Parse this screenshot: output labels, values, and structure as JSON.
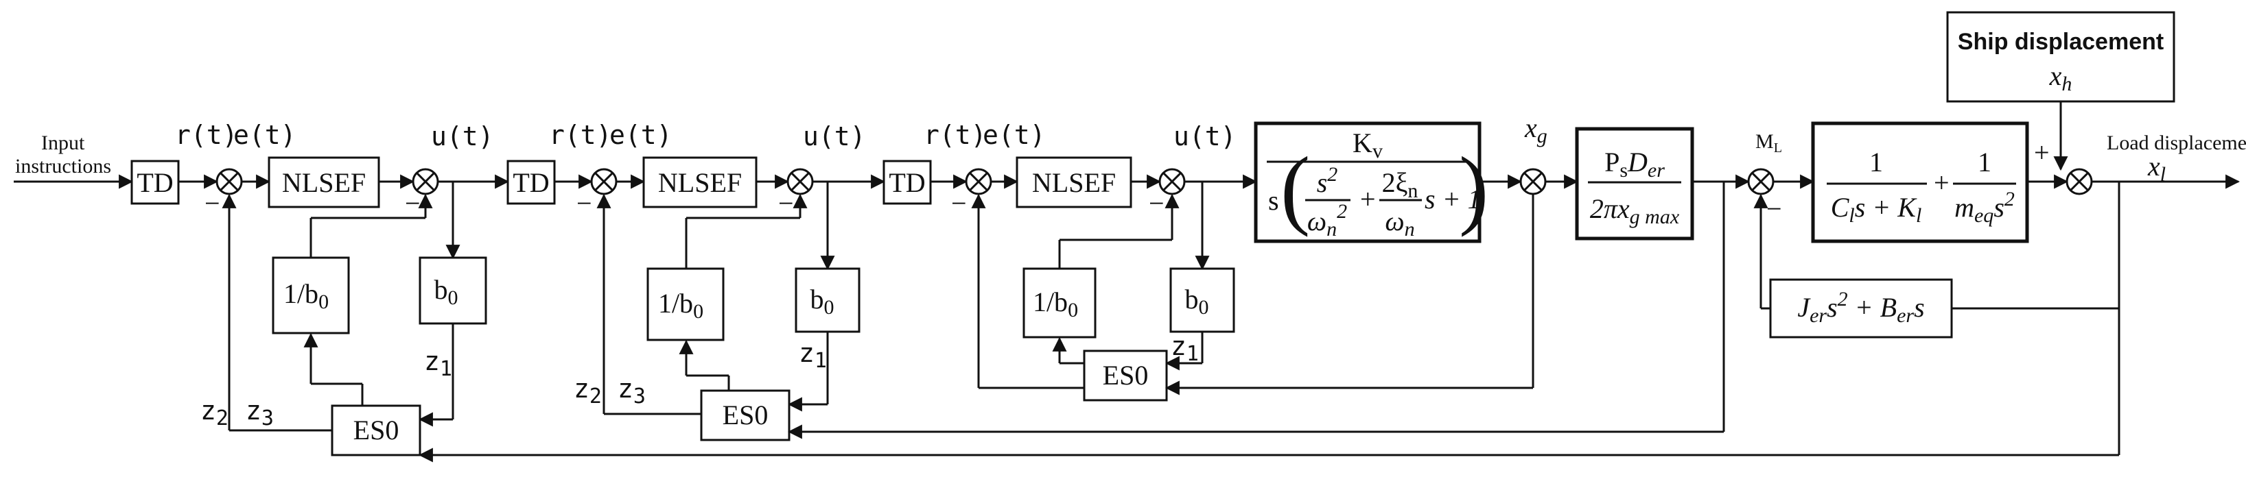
{
  "input_label_line1": "Input",
  "input_label_line2": "instructions",
  "ship_box_title": "Ship displacement",
  "ship_var": "x",
  "ship_var_sub": "h",
  "output_label": "Load displacement",
  "output_var": "x",
  "output_var_sub": "l",
  "td": "TD",
  "nlsef": "NLSEF",
  "eso": "ES0",
  "inv_b0": "1/b",
  "b0": "b",
  "b_sub": "0",
  "r_t": "r(t)",
  "e_t": "e(t)",
  "u_t": "u(t)",
  "z1": "z",
  "z1_sub": "1",
  "z2": "z",
  "z2_sub": "2",
  "z3": "z",
  "z3_sub": "3",
  "xg": "x",
  "xg_sub": "g",
  "ml": "M",
  "ml_sub": "L",
  "plus": "+",
  "minus": "−",
  "valve": {
    "num": "K",
    "num_sub": "v",
    "s": "s",
    "frac1_num": "s",
    "frac1_num_sup": "2",
    "frac1_den": "ω",
    "frac1_den_sub": "n",
    "frac1_den_sup": "2",
    "plus1": "+",
    "frac2_num": "2ξ",
    "frac2_num_sub": "n",
    "frac2_den": "ω",
    "frac2_den_sub": "n",
    "tail": "s + 1"
  },
  "gain": {
    "num": "P",
    "num_sub": "s",
    "num2": "D",
    "num2_sub": "er",
    "den": "2πx",
    "den_sub": "g max"
  },
  "plant": {
    "one_a": "1",
    "den_a1": "C",
    "den_a1_sub": "l",
    "den_a2": "s + K",
    "den_a2_sub": "l",
    "plus": "+",
    "one_b": "1",
    "den_b": "m",
    "den_b_sub": "eq",
    "den_b_tail": "s",
    "den_b_sup": "2"
  },
  "feedback": {
    "t1": "J",
    "t1_sub": "er",
    "t1_tail": "s",
    "t1_sup": "2",
    "plus": " + B",
    "t2_sub": "er",
    "t2_tail": "s"
  }
}
